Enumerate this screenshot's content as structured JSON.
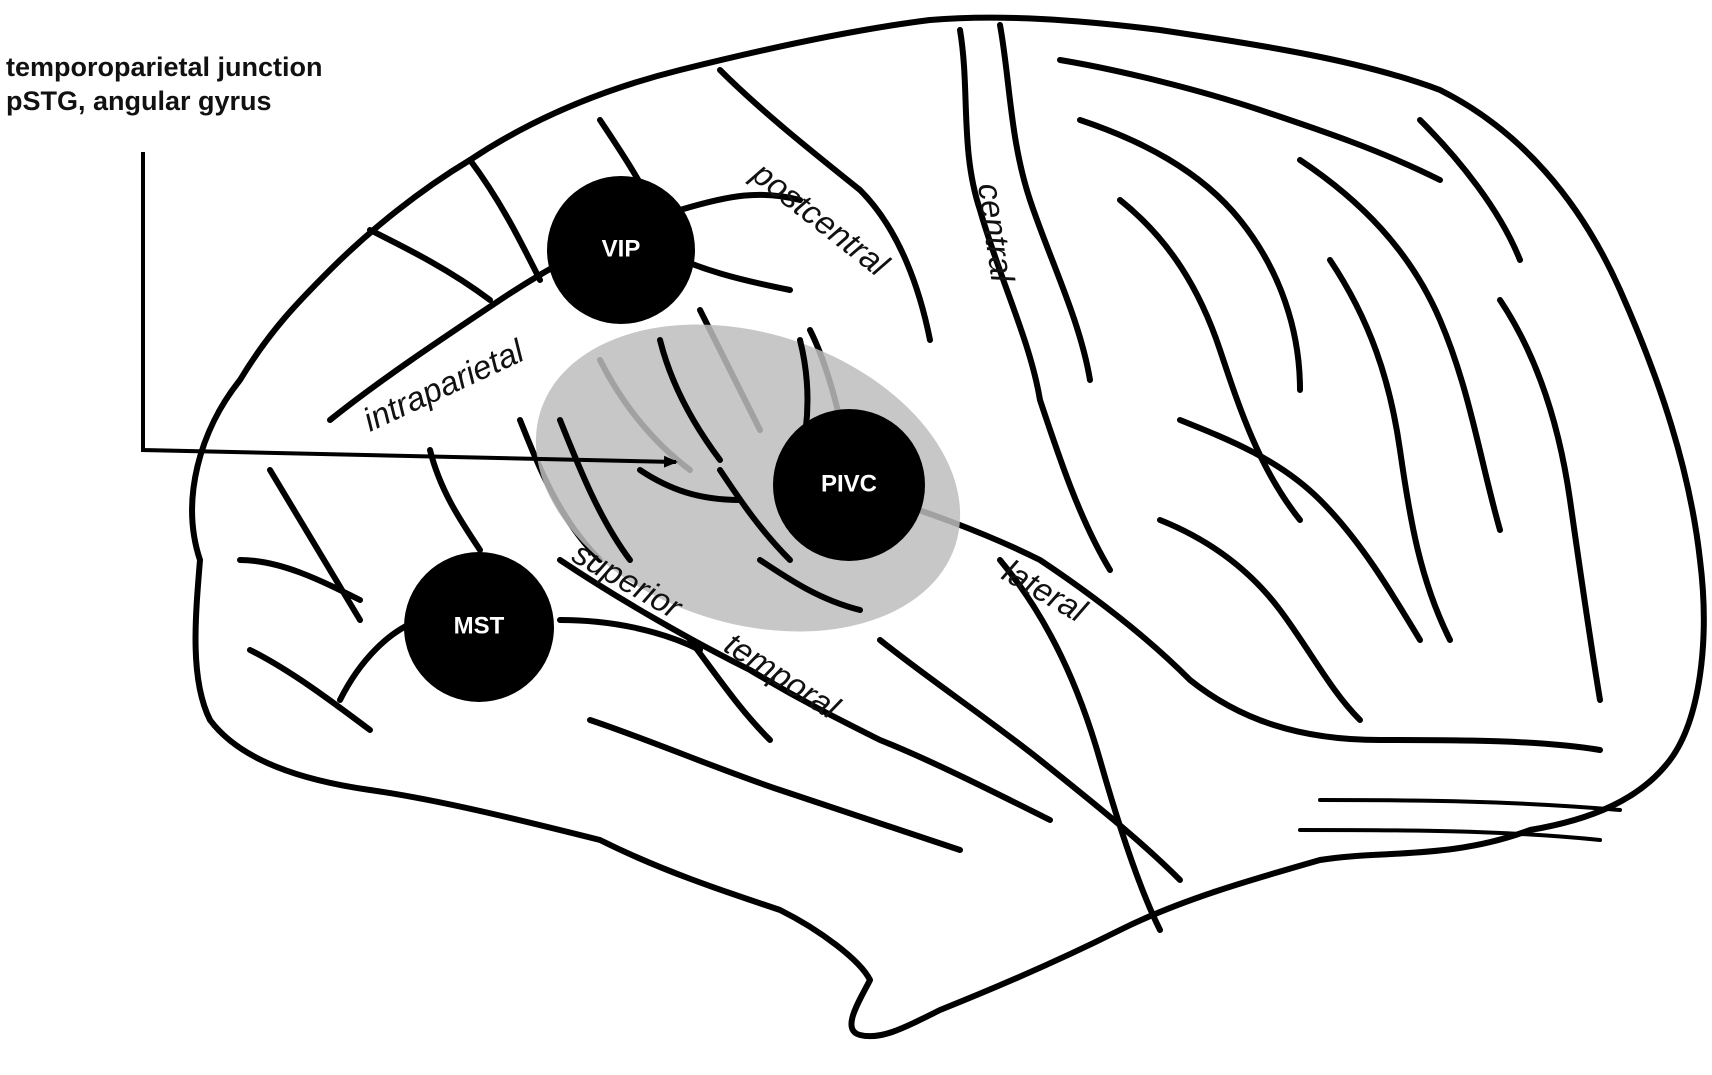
{
  "callout": {
    "line1": "temporoparietal junction",
    "line2": "pSTG, angular gyrus"
  },
  "areas": {
    "vip": "VIP",
    "pivc": "PIVC",
    "mst": "MST"
  },
  "sulci": {
    "intraparietal": "intraparietal",
    "postcentral": "postcentral",
    "central": "central",
    "superior": "superior",
    "temporal": "temporal",
    "lateral": "lateral"
  },
  "colors": {
    "region_fill": "#bdbdbd",
    "area_fill": "#000000",
    "outline": "#000000"
  }
}
